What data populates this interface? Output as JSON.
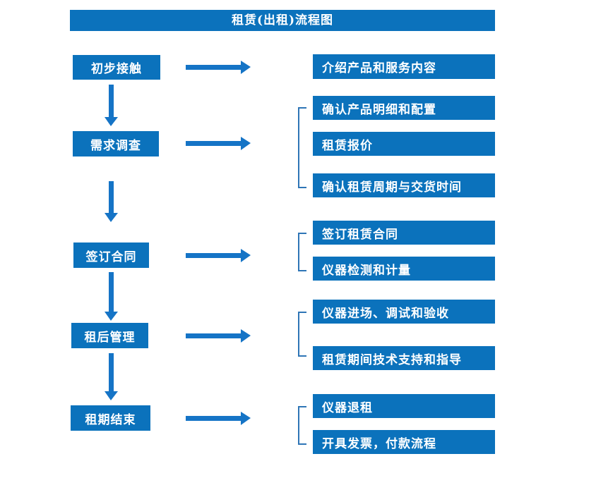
{
  "title": "租赁(出租)流程图",
  "colors": {
    "box_blue": "#0b72bc",
    "arrow_blue": "#1574c6",
    "bracket_blue": "#2e75b6",
    "text_white": "#ffffff"
  },
  "steps": [
    {
      "label": "初步接触",
      "details": [
        "介绍产品和服务内容"
      ]
    },
    {
      "label": "需求调查",
      "details": [
        "确认产品明细和配置",
        "租赁报价",
        "确认租赁周期与交货时间"
      ]
    },
    {
      "label": "签订合同",
      "details": [
        "签订租赁合同",
        "仪器检测和计量"
      ]
    },
    {
      "label": "租后管理",
      "details": [
        "仪器进场、调试和验收",
        "租赁期间技术支持和指导"
      ]
    },
    {
      "label": "租期结束",
      "details": [
        "仪器退租",
        "开具发票，付款流程"
      ]
    }
  ]
}
